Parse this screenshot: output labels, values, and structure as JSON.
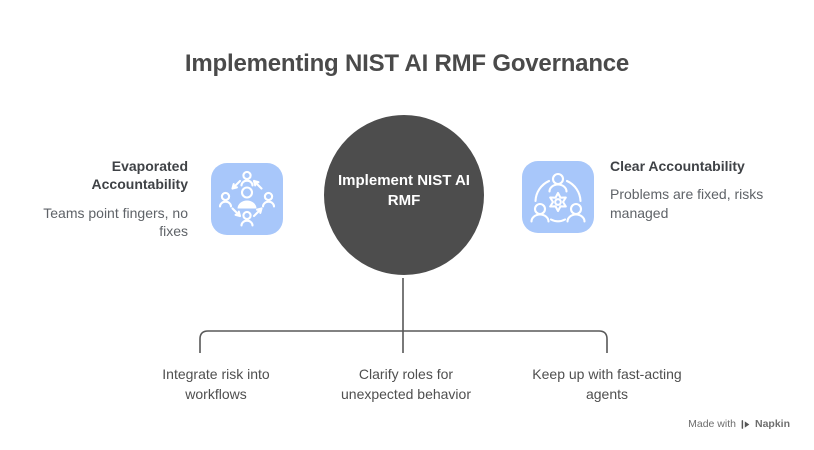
{
  "title": "Implementing NIST AI RMF Governance",
  "center_node": {
    "label": "Implement NIST AI RMF"
  },
  "left_item": {
    "heading": "Evaporated Accountability",
    "description": "Teams point fingers, no fixes",
    "icon": "team-delegation-icon"
  },
  "right_item": {
    "heading": "Clear Accountability",
    "description": "Problems are fixed, risks managed",
    "icon": "team-collaboration-gear-icon"
  },
  "branches": [
    {
      "label": "Integrate risk into workflows"
    },
    {
      "label": "Clarify roles for unexpected behavior"
    },
    {
      "label": "Keep up with fast-acting agents"
    }
  ],
  "footer": {
    "made_with": "Made with",
    "brand": "Napkin",
    "icon": "napkin-logo-icon"
  },
  "colors": {
    "background": "#ffffff",
    "title_text": "#4a4a4a",
    "heading_text": "#3f4246",
    "body_text": "#5f6368",
    "branch_text": "#4f4f4f",
    "connector_line": "#585858",
    "circle_fill": "#4d4d4d",
    "circle_text": "#ffffff",
    "icon_background": "#a8c7fa",
    "icon_stroke": "#ffffff",
    "footer_text": "#6e6e6e"
  }
}
